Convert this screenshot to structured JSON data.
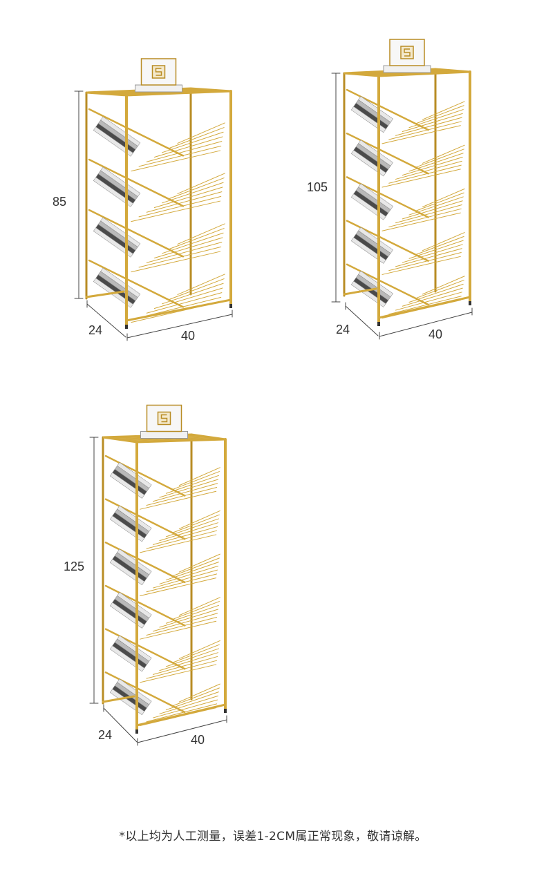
{
  "shelves": [
    {
      "id": "small",
      "tiers": 4,
      "height_label": "85",
      "depth_label": "24",
      "width_label": "40"
    },
    {
      "id": "medium",
      "tiers": 5,
      "height_label": "105",
      "depth_label": "24",
      "width_label": "40"
    },
    {
      "id": "large",
      "tiers": 6,
      "height_label": "125",
      "depth_label": "24",
      "width_label": "40"
    }
  ],
  "colors": {
    "gold": "#d3a93c",
    "gold_dark": "#b88c24",
    "dimension_line": "#444444",
    "book_light": "#e8e8e8",
    "book_mid": "#b9b9b9",
    "book_dark": "#4a4a4a"
  },
  "decor_icon": "glass-cube-decor-icon",
  "note": "*以上均为人工测量，误差1-2CM属正常现象，敬请谅解。"
}
